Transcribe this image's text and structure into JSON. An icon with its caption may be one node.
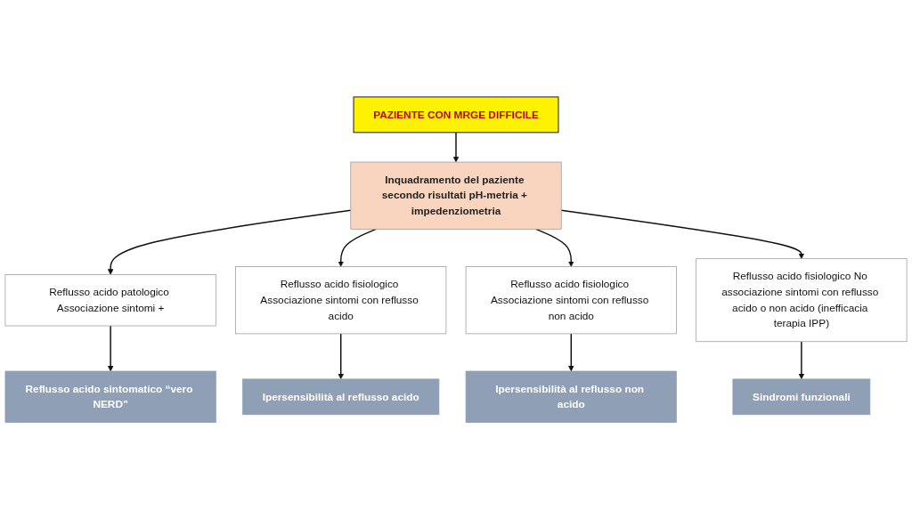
{
  "diagram": {
    "nodes": [
      {
        "text": [
          "PAZIENTE CON MRGE DIFFICILE"
        ]
      },
      {
        "text": [
          "Inquadramento del paziente secondo risultati pH-metria + impedenziometria"
        ]
      },
      {
        "text": [
          "Reflusso acido patologico Associazione sintomi +"
        ]
      },
      {
        "text": [
          "Reflusso acido fisiologico Associazione sintomi con reflusso acido"
        ]
      },
      {
        "text": [
          "Reflusso acido fisiologico Associazione sintomi con reflusso non acido"
        ]
      },
      {
        "text": [
          "Reflusso acido fisiologico No associazione sintomi con reflusso acido o non acido (inefficacia terapia IPP)"
        ]
      },
      {
        "text": [
          "Reflusso acido sintomatico “vero NERD”"
        ]
      },
      {
        "text": [
          "Ipersensibilità al reflusso acido"
        ]
      },
      {
        "text": [
          "Ipersensibilità al reflusso non acido"
        ]
      },
      {
        "text": [
          "Sindromi funzionali"
        ]
      }
    ],
    "edges": [
      {
        "from": 0,
        "to": 1,
        "arrow": "to"
      },
      {
        "from": 1,
        "to": 2,
        "arrow": "to"
      },
      {
        "from": 1,
        "to": 3,
        "arrow": "to"
      },
      {
        "from": 1,
        "to": 4,
        "arrow": "to"
      },
      {
        "from": 1,
        "to": 5,
        "arrow": "to"
      },
      {
        "from": 2,
        "to": 6,
        "arrow": "to"
      },
      {
        "from": 3,
        "to": 7,
        "arrow": "to"
      },
      {
        "from": 4,
        "to": 8,
        "arrow": "to"
      },
      {
        "from": 5,
        "to": 9,
        "arrow": "to"
      }
    ]
  }
}
